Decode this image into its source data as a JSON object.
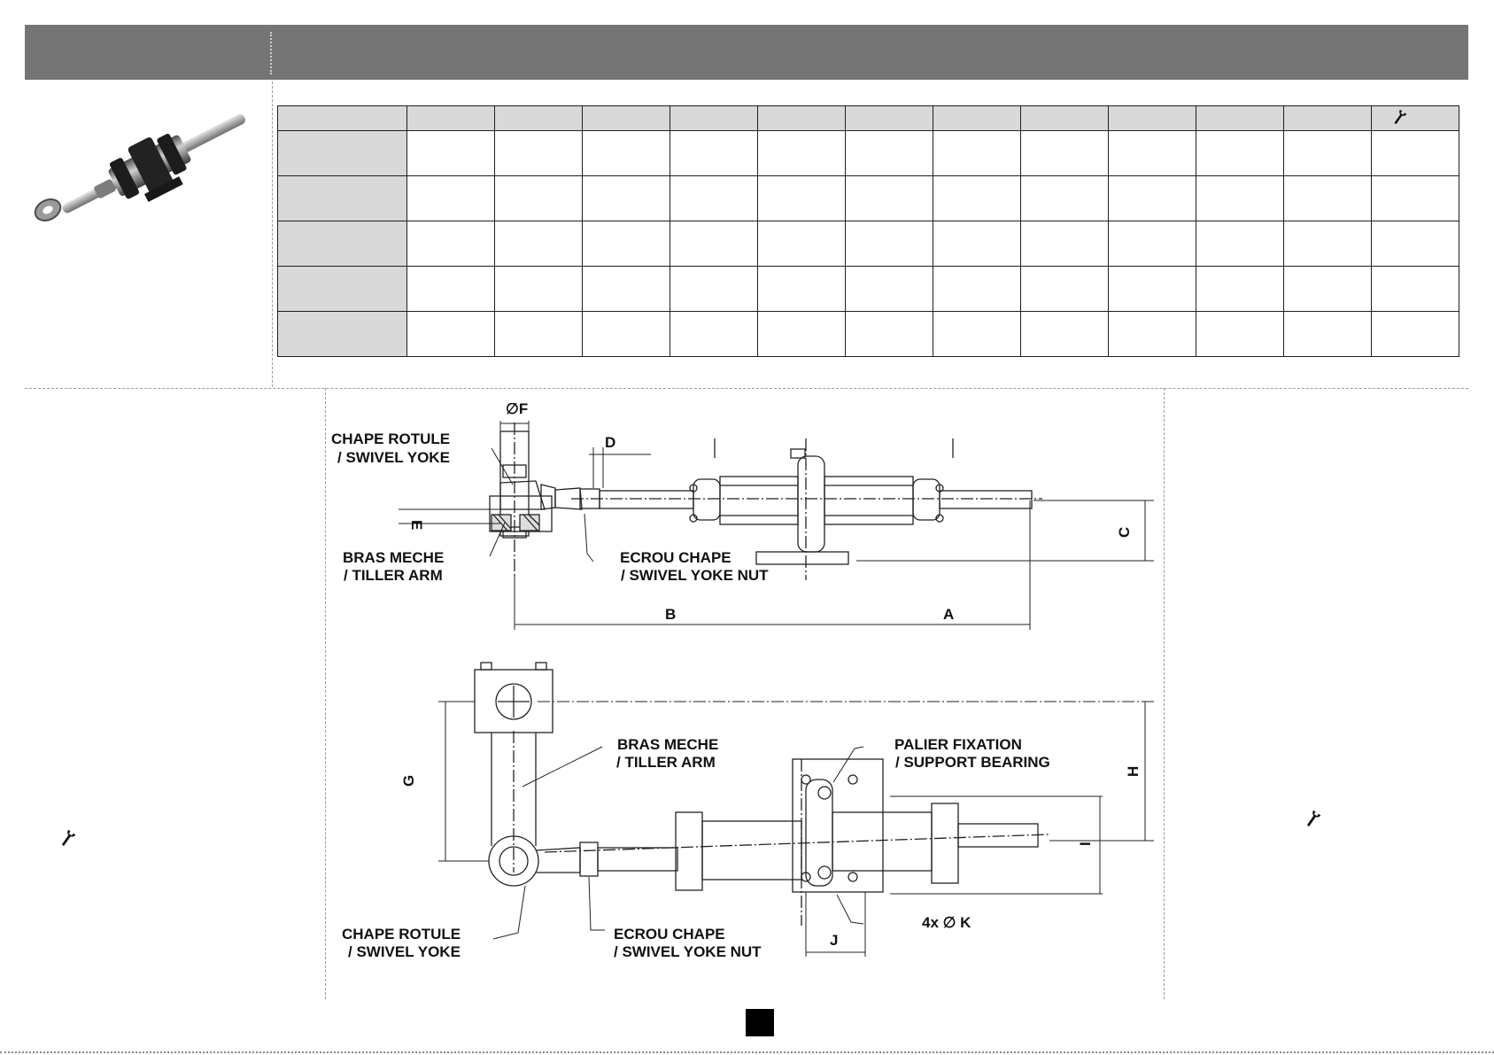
{
  "header": {},
  "spec_table": {
    "columns": 13,
    "data_rows": 5,
    "last_column_icon": "wrench-icon"
  },
  "drawing": {
    "labels": {
      "chape_rotule_top": [
        "CHAPE ROTULE",
        "/ SWIVEL YOKE"
      ],
      "bras_meche_top": [
        "BRAS MECHE",
        "/ TILLER ARM"
      ],
      "ecrou_chape_top": [
        "ECROU CHAPE",
        "/ SWIVEL YOKE NUT"
      ],
      "bras_meche_bottom": [
        "BRAS MECHE",
        "/ TILLER ARM"
      ],
      "palier_fixation": [
        "PALIER FIXATION",
        "/ SUPPORT BEARING"
      ],
      "chape_rotule_bottom": [
        "CHAPE ROTULE",
        "/ SWIVEL YOKE"
      ],
      "ecrou_chape_bottom": [
        "ECROU CHAPE",
        "/ SWIVEL YOKE NUT"
      ]
    },
    "dimensions": {
      "F": "F",
      "D": "D",
      "E": "E",
      "C": "C",
      "A": "A",
      "B": "B",
      "G": "G",
      "H": "H",
      "I": "I",
      "J": "J",
      "K": "4x ∅ K"
    }
  },
  "icons": [
    "wrench-icon",
    "product-photo",
    "page-number-badge"
  ],
  "colors": {
    "header_bar": "#757575",
    "table_header_fill": "#d9d9d9",
    "table_border": "#1f1f1f",
    "divider": "#9a9a9a"
  }
}
